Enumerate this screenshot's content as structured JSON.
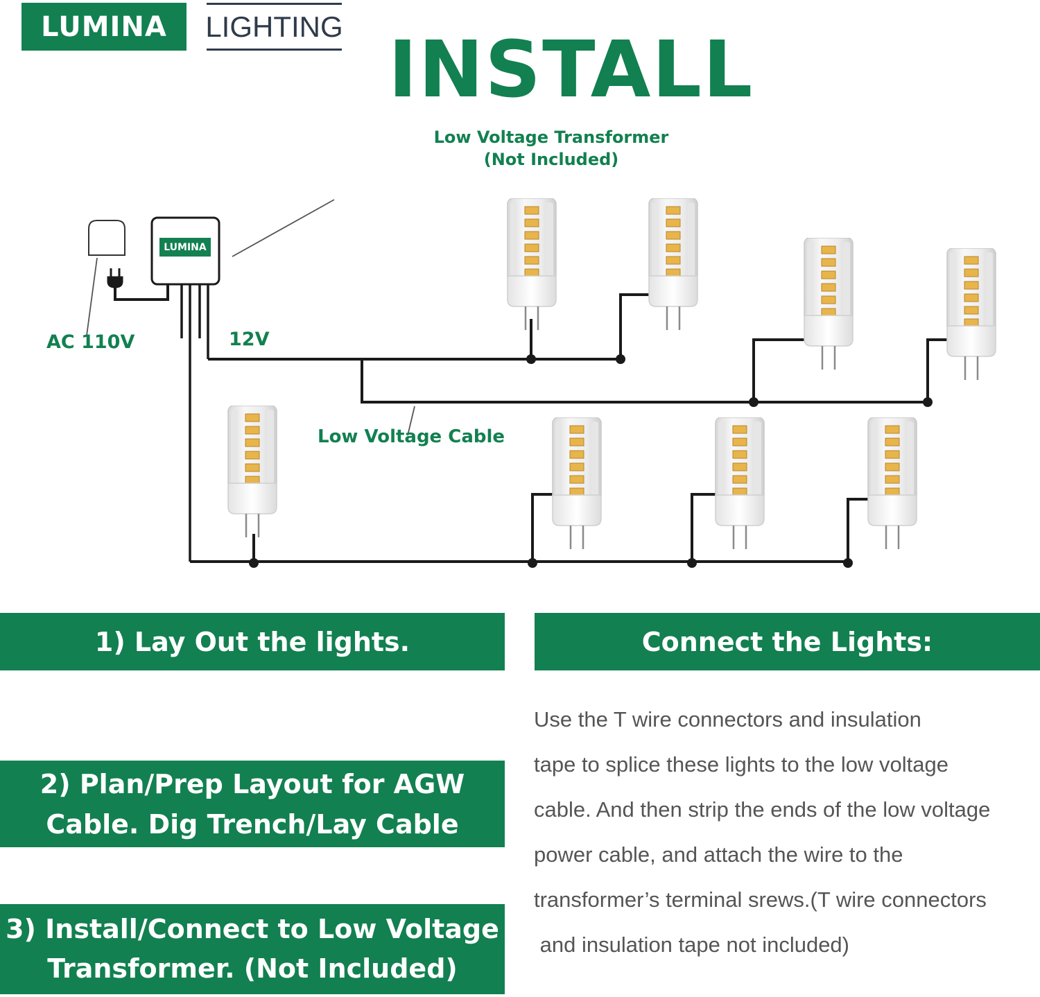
{
  "header": {
    "brand": "LUMINA",
    "brand_suffix": "LIGHTING",
    "title": "INSTALL"
  },
  "diagram": {
    "transformer_label_line1": "Low Voltage Transformer",
    "transformer_label_line2": "(Not Included)",
    "transformer_badge": "LUMINA",
    "ac_label": "AC 110V",
    "dc_label": "12V",
    "cable_label": "Low Voltage Cable",
    "bulb_count": 8
  },
  "steps": [
    {
      "label_line1": "1)   Lay Out the lights."
    },
    {
      "label_line1": "2)   Plan/Prep Layout for AGW",
      "label_line2": "Cable. Dig Trench/Lay Cable"
    },
    {
      "label_line1": "3)  Install/Connect to Low Voltage",
      "label_line2": "Transformer.  (Not Included)"
    }
  ],
  "connect": {
    "heading": "Connect the Lights:",
    "lines": [
      "Use the T wire connectors and insulation",
      "tape to splice these lights to the low voltage",
      "cable. And then strip the ends of the low voltage",
      "power cable, and attach the wire to the",
      "transformer’s terminal srews.(T wire connectors",
      " and insulation tape not included)"
    ]
  },
  "colors": {
    "brand_green": "#128050",
    "wire": "#1a1a1a",
    "led_chip": "#e8b54a"
  }
}
